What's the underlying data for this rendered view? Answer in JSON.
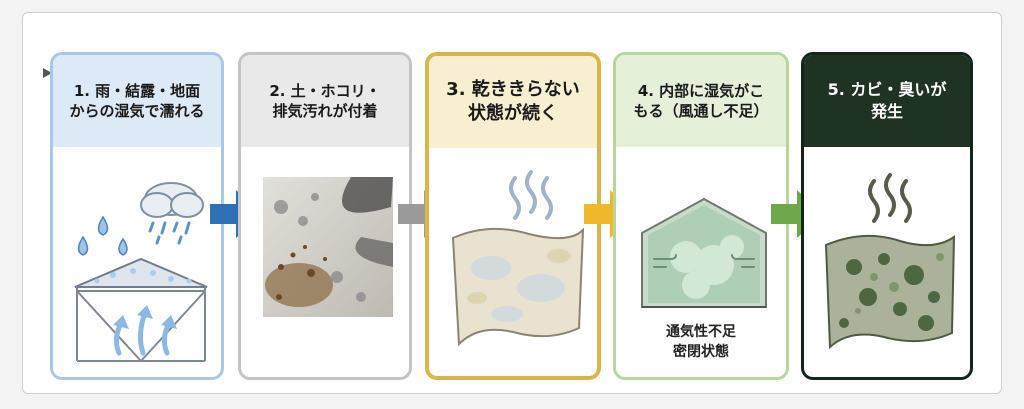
{
  "steps": [
    {
      "title": "1. 雨・結露・地面\nからの湿気で濡れる",
      "accent": "#a9c8e8",
      "header_bg": "#dce9f6",
      "icon": "rain-tent-icon"
    },
    {
      "title": "2. 土・ホコリ・\n排気汚れが付着",
      "accent": "#c4c4c4",
      "header_bg": "#e9e9e9",
      "icon": "dirt-stain-icon"
    },
    {
      "title": "3. 乾ききらない\n状態が続く",
      "accent": "#d9b54a",
      "header_bg": "#f7efcf",
      "icon": "damp-cloth-icon"
    },
    {
      "title": "4. 内部に湿気がこ\nもる（風通し不足）",
      "accent": "#b7d69a",
      "header_bg": "#e5f0d8",
      "icon": "closed-tent-icon",
      "caption_lines": [
        "通気性不足",
        "密閉状態"
      ]
    },
    {
      "title": "5. カビ・臭いが\n発生",
      "accent": "#13261a",
      "header_bg": "#1e3322",
      "icon": "mold-cloth-icon"
    }
  ],
  "arrows": [
    {
      "color": "#2f6fb6",
      "icon": "arrow-right-icon"
    },
    {
      "color": "#9a9a9a",
      "icon": "arrow-right-icon"
    },
    {
      "color": "#f0b92c",
      "icon": "arrow-right-icon"
    },
    {
      "color": "#6fa84a",
      "icon": "arrow-right-icon"
    }
  ]
}
